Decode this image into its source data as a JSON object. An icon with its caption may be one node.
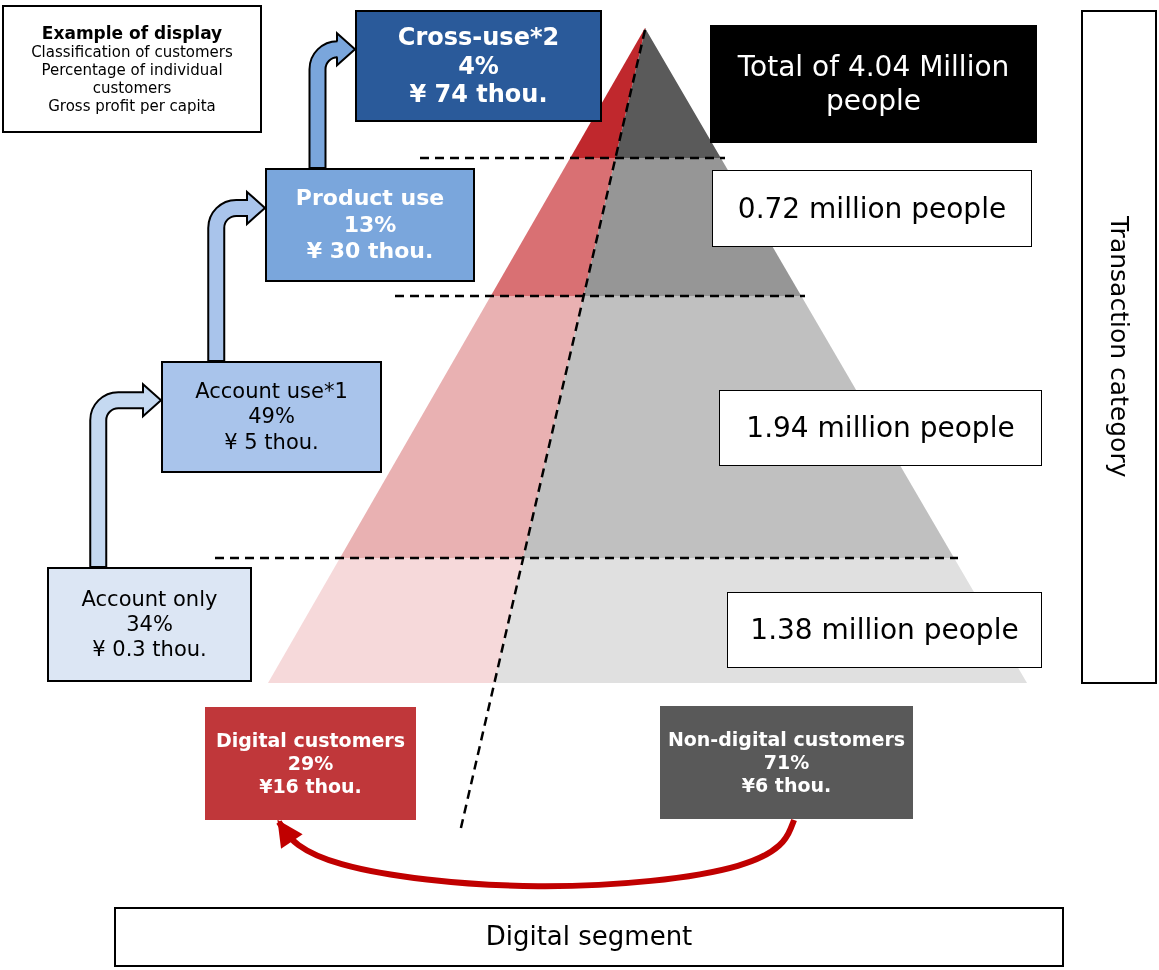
{
  "diagram": {
    "nodes": [
      {
        "text": [
          "Example of display",
          "Classification of customers",
          "Percentage of individual customers",
          "Gross profit per capita"
        ]
      },
      {
        "text": [
          "Cross-use*2",
          "4%",
          "¥ 74 thou."
        ]
      },
      {
        "text": [
          "Product use",
          "13%",
          "¥ 30 thou."
        ]
      },
      {
        "text": [
          "Account use*1",
          "49%",
          "¥ 5 thou."
        ]
      },
      {
        "text": [
          "Account only",
          "34%",
          "¥ 0.3 thou."
        ]
      },
      {
        "text": [
          "Total of 4.04 Million people"
        ]
      },
      {
        "text": [
          "0.72 million people"
        ]
      },
      {
        "text": [
          "1.94 million people"
        ]
      },
      {
        "text": [
          "1.38 million people"
        ]
      },
      {
        "text": [
          "Transaction category"
        ]
      },
      {
        "text": [
          "Digital customers",
          "29%",
          "¥16 thou."
        ]
      },
      {
        "text": [
          "Non-digital customers",
          "71%",
          "¥6 thou."
        ]
      },
      {
        "text": [
          "Digital segment"
        ]
      }
    ],
    "edges": [
      {
        "from": 4,
        "to": 3,
        "arrow": "to",
        "style": "thick",
        "color": "#c5d9f1"
      },
      {
        "from": 3,
        "to": 2,
        "arrow": "to",
        "style": "thick",
        "color": "#a9c4eb"
      },
      {
        "from": 2,
        "to": 1,
        "arrow": "to",
        "style": "thick",
        "color": "#7aa6dc"
      },
      {
        "from": 11,
        "to": 10,
        "arrow": "to",
        "color": "#c00000"
      }
    ]
  }
}
